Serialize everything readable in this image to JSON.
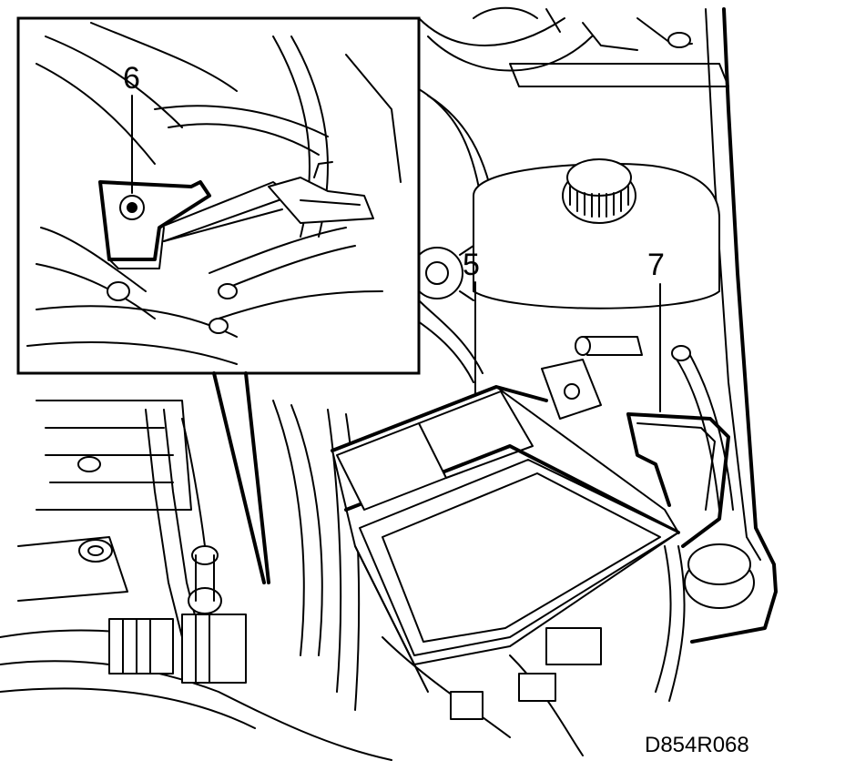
{
  "callouts": {
    "inset_bolt": "6",
    "battery": "5",
    "bracket": "7"
  },
  "reference_code": "D854R068"
}
